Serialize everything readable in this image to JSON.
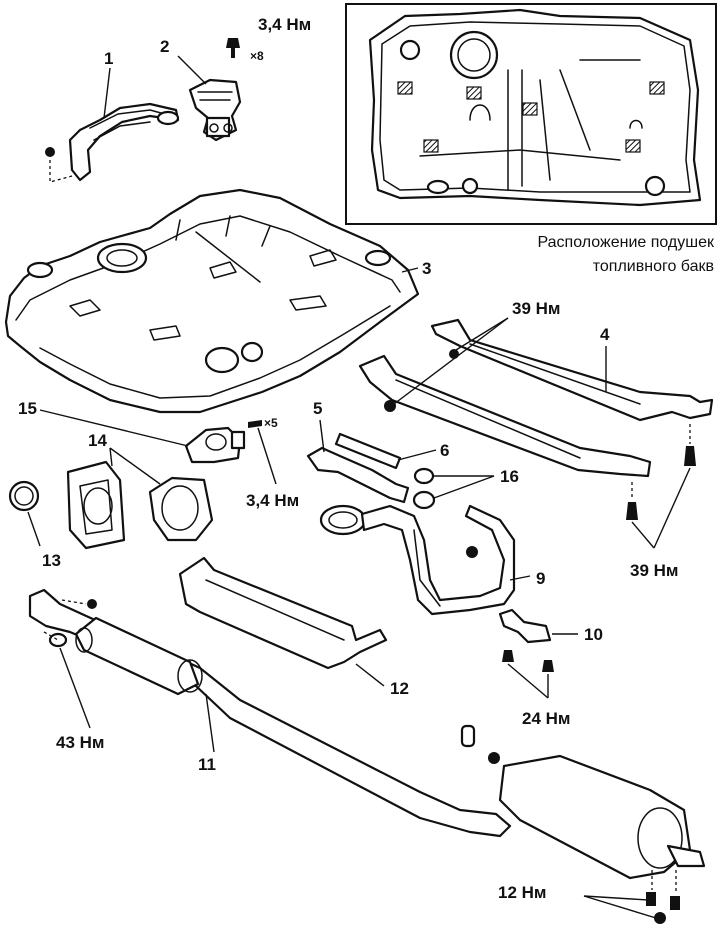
{
  "inset": {
    "caption_line1": "Расположение подушек",
    "caption_line2": "топливного бакв"
  },
  "callouts": {
    "p1": "1",
    "p2": "2",
    "p3": "3",
    "p4": "4",
    "p5": "5",
    "p6": "6",
    "p9": "9",
    "p10": "10",
    "p11": "11",
    "p12": "12",
    "p13": "13",
    "p14": "14",
    "p15": "15",
    "p16": "16"
  },
  "torques": {
    "pump_bolts": "3,4 Нм",
    "pump_bolts_count": "×8",
    "filler_bolts": "3,4 Нм",
    "filler_bolts_count": "×5",
    "strap_top": "39 Нм",
    "strap_bottom": "39 Нм",
    "front_pipe": "43 Нм",
    "bracket": "24 Нм",
    "muffler": "12 Нм"
  }
}
